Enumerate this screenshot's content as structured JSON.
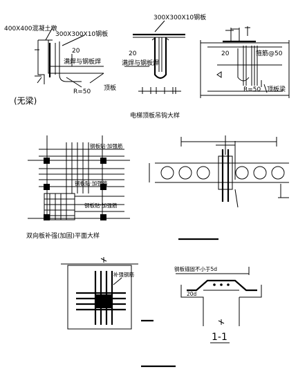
{
  "panel1": {
    "label_column": "400X400混凝土墩",
    "label_plate": "300X300X10钢板",
    "dim": "20",
    "label_weld": "满焊与钢板焊",
    "radius": "R=50",
    "label_slab": "顶板",
    "label_nobeam": "(无梁)"
  },
  "panel2": {
    "label_plate": "300X300X10钢板",
    "dim": "20",
    "label_weld": "满焊与钢板焊"
  },
  "panel3": {
    "dim": "20",
    "label_stirrup": "箍筋@50",
    "radius": "R=50",
    "label_beam": "顶板梁"
  },
  "title_top": "电梯顶板吊钩大样",
  "panel4": {
    "label_a": "钢板贴·加强筋",
    "label_b": "钢板贴·加强筋",
    "label_c": "钢板贴·加强筋"
  },
  "title_mid": "双向板补强(加固)平面大样",
  "panel6": {
    "label_a": "补强钢筋"
  },
  "panel7": {
    "label_a": "钢板锚固不小于5d",
    "dim": "20d",
    "section": "1-1"
  }
}
